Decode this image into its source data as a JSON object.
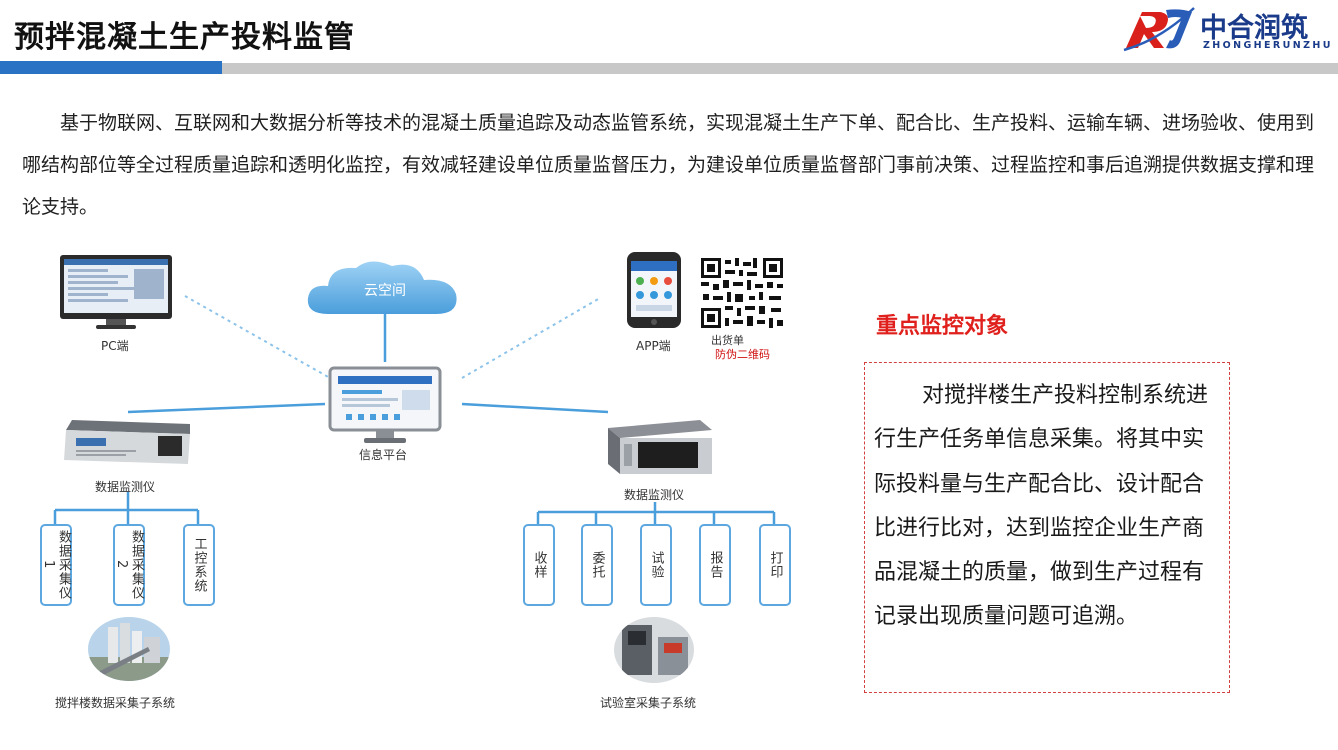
{
  "header": {
    "title": "预拌混凝土生产投料监管",
    "logo_name": "中合润筑",
    "logo_pinyin": "ZHONGHERUNZHU"
  },
  "intro": "基于物联网、互联网和大数据分析等技术的混凝土质量追踪及动态监管系统，实现混凝土生产下单、配合比、生产投料、运输车辆、进场验收、使用到哪结构部位等全过程质量追踪和透明化监控，有效减轻建设单位质量监督压力，为建设单位质量监督部门事前决策、过程监控和事后追溯提供数据支撑和理论支持。",
  "diagram": {
    "cloud": "云空间",
    "pc": "PC端",
    "app": "APP端",
    "qr_caption": "出货单",
    "qr_caption_red": "防伪二维码",
    "platform": "信息平台",
    "monitor_left": "数据监测仪",
    "monitor_right": "数据监测仪",
    "left_boxes": [
      "数据采集仪1",
      "数据采集仪2",
      "工控系统"
    ],
    "right_boxes": [
      "收样",
      "委托",
      "试验",
      "报告",
      "打印"
    ],
    "left_subsystem": "搅拌楼数据采集子系统",
    "right_subsystem": "试验室采集子系统"
  },
  "key": {
    "title": "重点监控对象",
    "text": "对搅拌楼生产投料控制系统进行生产任务单信息采集。将其中实际投料量与生产配合比、设计配合比进行比对，达到监控企业生产商品混凝土的质量，做到生产过程有记录出现质量问题可追溯。"
  },
  "colors": {
    "accent_blue": "#2a72c4",
    "line_blue": "#5da7e0",
    "key_red": "#e0201c"
  }
}
